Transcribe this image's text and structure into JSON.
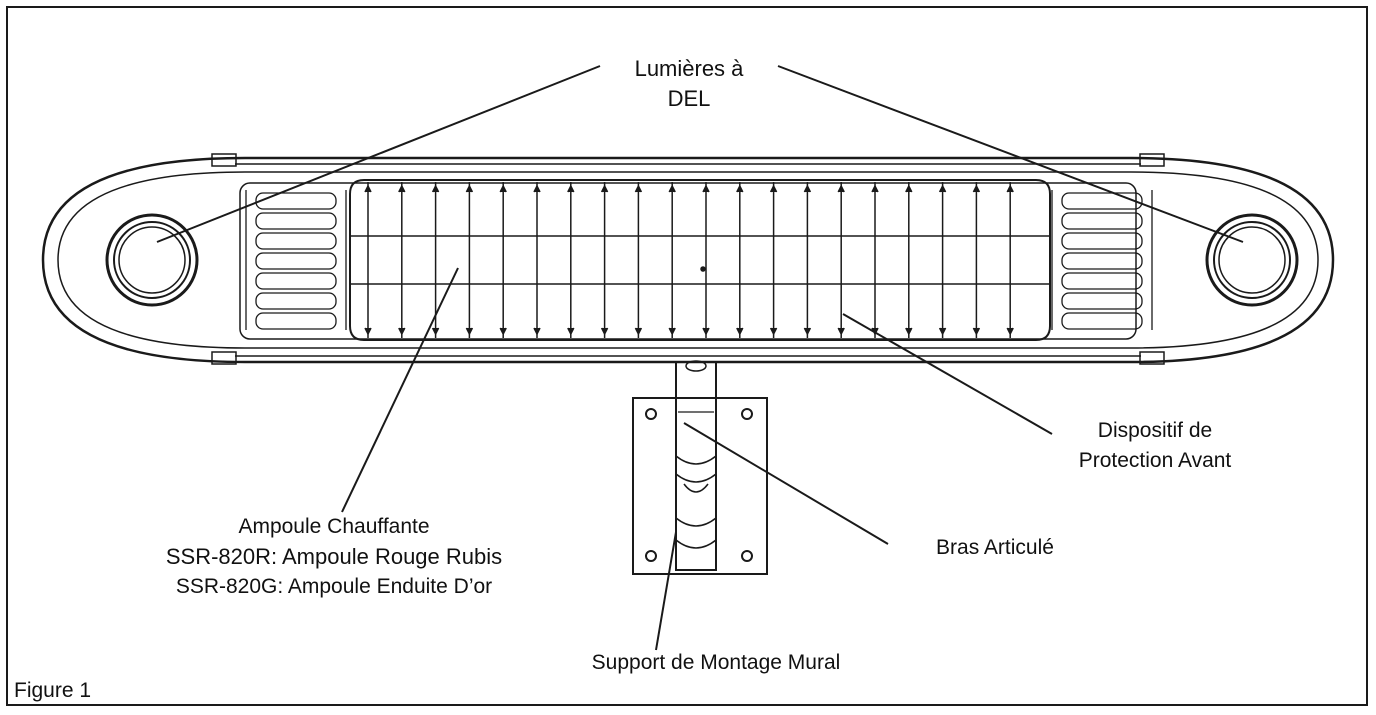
{
  "figure": {
    "caption": "Figure 1"
  },
  "callouts": {
    "led_lights": {
      "line1": "Lumières à",
      "line2": "DEL"
    },
    "front_guard": {
      "line1": "Dispositif de",
      "line2": "Protection Avant"
    },
    "heating_bulb": {
      "line1": "Ampoule Chauffante",
      "line2": "SSR-820R: Ampoule Rouge Rubis",
      "line3": "SSR-820G: Ampoule Enduite D’or"
    },
    "articulated_arm": {
      "line1": "Bras Articulé"
    },
    "wall_bracket": {
      "line1": "Support de Montage Mural"
    }
  },
  "colors": {
    "line": "#1a1a1a",
    "background": "#ffffff"
  }
}
